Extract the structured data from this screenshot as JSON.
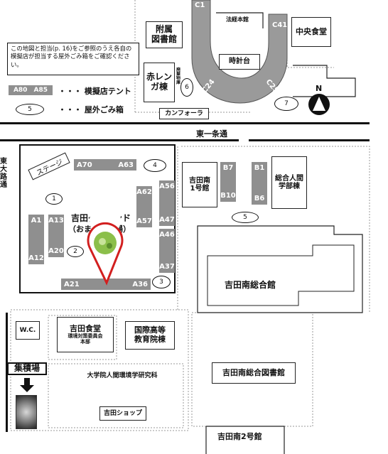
{
  "buildings": {
    "library": "附属\n図書館",
    "economics": "法経本館",
    "central_cafeteria": "中央食堂",
    "clock_tower": "時計台",
    "red_brick": "赤レン\nガ棟",
    "waste_storage": "廃\n棄\n物\n庫",
    "camphor": "カンフォーラ",
    "yoshida_minami1": "吉田南\n1号館",
    "integrated_human": "総合人間\n学部棟",
    "yoshida_minami_general": "吉田南総合館",
    "yoshida_cafeteria": "吉田食堂",
    "env_committee": "環境対策委員会\n本部",
    "intl_higher_ed": "国際高等\n教育院棟",
    "grad_human_env": "大学院人間環境学研究科",
    "yoshida_minami_library": "吉田南総合図書館",
    "yoshida_shop": "吉田ショップ",
    "yoshida_minami2": "吉田南2号館",
    "wc": "W.C."
  },
  "gates": {
    "c1": "C1",
    "c41": "C41",
    "c24": "C24",
    "c25": "C25"
  },
  "streets": {
    "higashi_ichijo": "東一条通",
    "higashi_oji": "東大路通"
  },
  "notice": "この地図と担当(p. 16)をご参照のうえ各自の模擬店が担当する屋外ごみ箱をご確認ください。",
  "legend": {
    "tent_sample": "A80 A85",
    "tent_label": "・・・ 模擬店テント",
    "bin_sample": "5",
    "bin_label": "・・・ 屋外ごみ箱"
  },
  "compass": "N",
  "ground": {
    "title": "吉田グラウンド",
    "subtitle": "（おまつり広場）",
    "stage": "ステージ"
  },
  "collection": "集積場",
  "stalls": {
    "a70": "A70",
    "a63": "A63",
    "a62": "A62",
    "a57": "A57",
    "a56": "A56",
    "a47": "A47",
    "a46": "A46",
    "a37": "A37",
    "a1": "A1",
    "a12": "A12",
    "a13": "A13",
    "a20": "A20",
    "a21": "A21",
    "a36": "A36",
    "b7": "B7",
    "b10": "B10",
    "b1": "B1",
    "b6": "B6"
  },
  "bins": [
    "1",
    "2",
    "3",
    "4",
    "5",
    "6",
    "7"
  ],
  "colors": {
    "stall_gray": "#8f8f8f",
    "pin_red": "#d21f1f",
    "road_black": "#111111"
  }
}
